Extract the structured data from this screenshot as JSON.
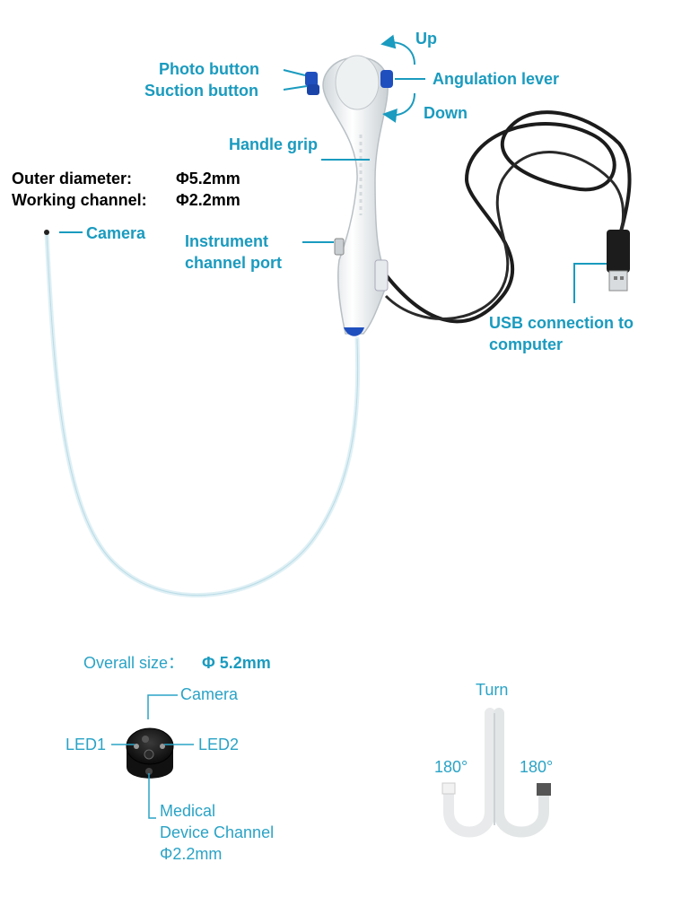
{
  "top_diagram": {
    "callouts": {
      "photo_button": "Photo button",
      "suction_button": "Suction button",
      "up": "Up",
      "angulation_lever": "Angulation lever",
      "down": "Down",
      "handle_grip": "Handle grip",
      "camera": "Camera",
      "instrument_channel_port_line1": "Instrument",
      "instrument_channel_port_line2": "channel port",
      "usb_line1": "USB connection to",
      "usb_line2": "computer"
    },
    "specs": {
      "outer_diameter_label": "Outer diameter:",
      "outer_diameter_value": "Φ5.2mm",
      "working_channel_label": "Working channel:",
      "working_channel_value": "Φ2.2mm"
    }
  },
  "tip_detail": {
    "overall_size_label": "Overall size：",
    "overall_size_value": "Φ 5.2mm",
    "camera": "Camera",
    "led1": "LED1",
    "led2": "LED2",
    "channel_line1": "Medical",
    "channel_line2": "Device Channel",
    "channel_line3": "Φ2.2mm"
  },
  "turn_detail": {
    "title": "Turn",
    "left_angle": "180°",
    "right_angle": "180°"
  },
  "colors": {
    "callout_text": "#1a9bbf",
    "leader_line": "#1a9bbf",
    "handle_white": "#f4f6f7",
    "button_blue": "#1f4fbf",
    "cable_black": "#1c1c1c",
    "tube": "#dff0f5"
  }
}
